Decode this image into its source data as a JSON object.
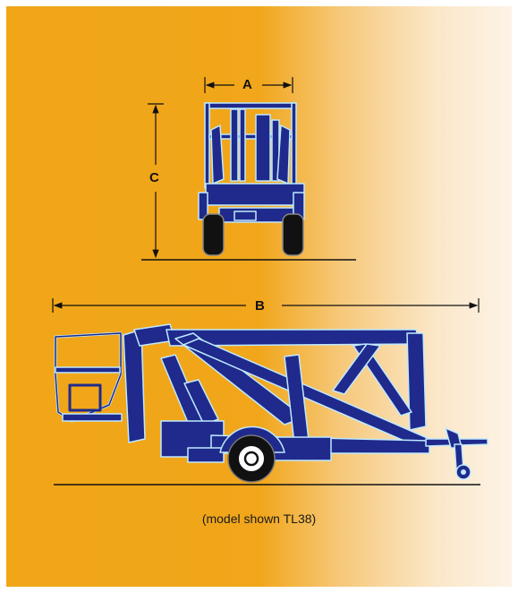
{
  "dimensions": {
    "a_label": "A",
    "b_label": "B",
    "c_label": "C"
  },
  "caption": "(model shown TL38)",
  "colors": {
    "machine_fill": "#1f2a8c",
    "machine_outline": "#bfe9ff",
    "background_orange": "#f1a61b",
    "background_light": "#fdf3e6",
    "ground_line": "#111111"
  }
}
